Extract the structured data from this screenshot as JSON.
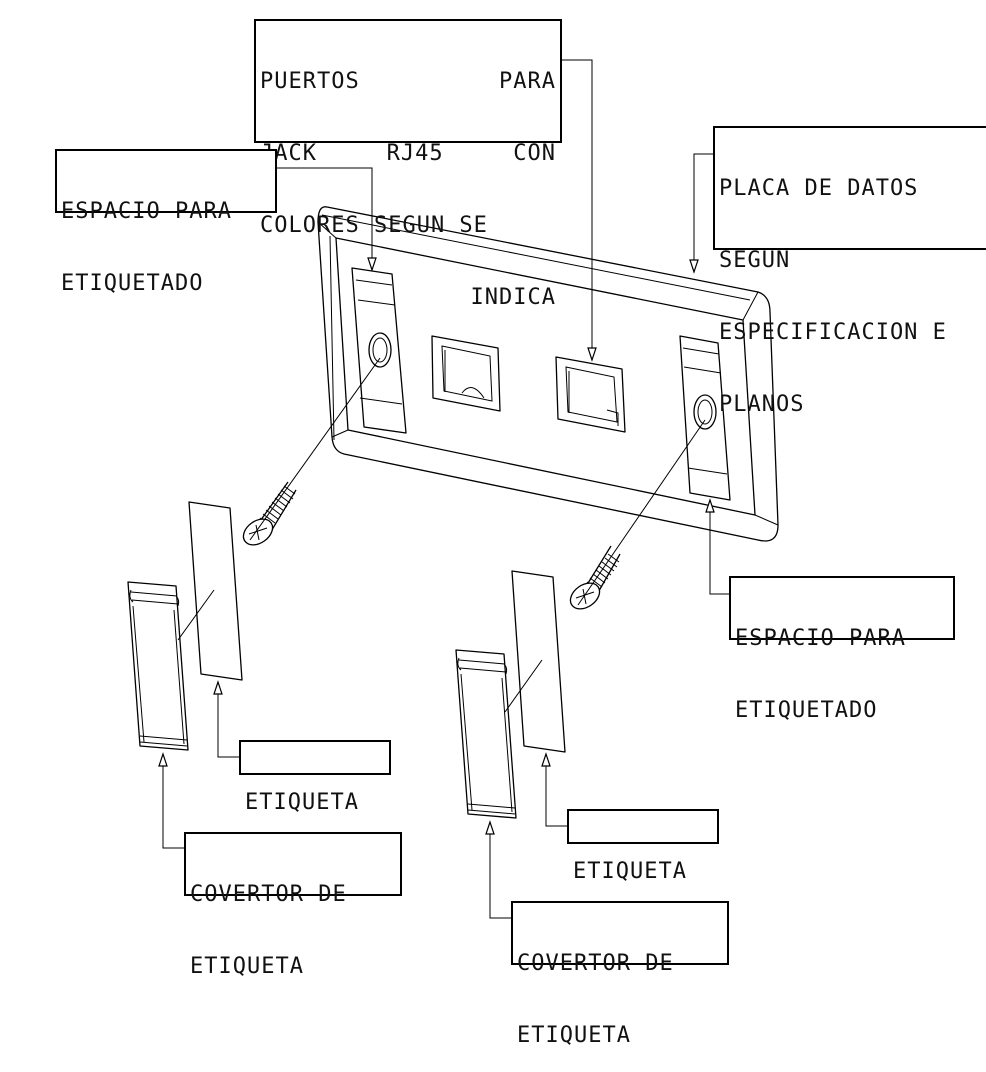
{
  "labels": {
    "puertos": {
      "line1a": "PUERTOS",
      "line1b": "PARA",
      "line2a": "JACK",
      "line2b": "RJ45",
      "line2c": "CON",
      "line3": "COLORES SEGUN SE",
      "line4": "INDICA"
    },
    "placa": {
      "line1": "PLACA DE DATOS",
      "line2": "SEGUN",
      "line3": "ESPECIFICACION E",
      "line4": "PLANOS"
    },
    "espacio_top": {
      "line1": "ESPACIO PARA",
      "line2": "ETIQUETADO"
    },
    "espacio_right": {
      "line1": "ESPACIO PARA",
      "line2": "ETIQUETADO"
    },
    "etiqueta_left": "ETIQUETA",
    "etiqueta_right": "ETIQUETA",
    "covertor_left": {
      "line1": "COVERTOR DE",
      "line2": "ETIQUETA"
    },
    "covertor_right": {
      "line1": "COVERTOR DE",
      "line2": "ETIQUETA"
    }
  }
}
